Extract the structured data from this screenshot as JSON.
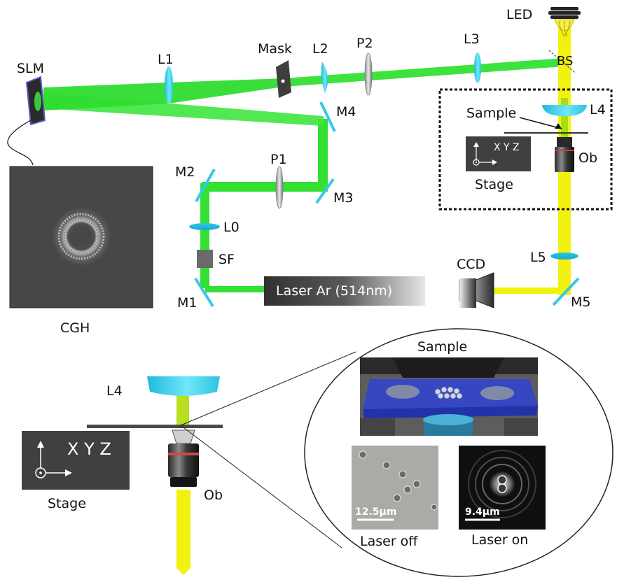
{
  "colors": {
    "laser_beam": "#22dd22",
    "led_beam": "#f0f010",
    "lens": "#40d8f0",
    "mirror": "#38c8e8",
    "box": "#404040"
  },
  "labels": {
    "slm": "SLM",
    "cgh": "CGH",
    "l1": "L1",
    "mask": "Mask",
    "l2": "L2",
    "p2": "P2",
    "l3": "L3",
    "led": "LED",
    "bs": "BS",
    "m4": "M4",
    "p1": "P1",
    "m2": "M2",
    "m3": "M3",
    "l0": "L0",
    "sf": "SF",
    "m1": "M1",
    "laser": "Laser Ar (514nm)",
    "l4": "L4",
    "sample": "Sample",
    "ob": "Ob",
    "stage": "Stage",
    "xyz": "X Y Z",
    "l5": "L5",
    "ccd": "CCD",
    "m5": "M5"
  },
  "detail": {
    "l4": "L4",
    "ob": "Ob",
    "stage": "Stage",
    "xyz": "X Y Z"
  },
  "inset": {
    "sample_title": "Sample",
    "scale_off": "12.5μm",
    "scale_on": "9.4μm",
    "caption_off": "Laser off",
    "caption_on": "Laser on"
  }
}
